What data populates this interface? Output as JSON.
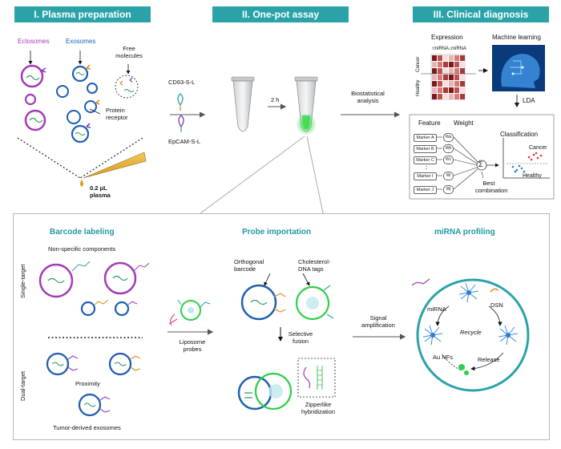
{
  "headers": {
    "plasma_prep": "I. Plasma preparation",
    "one_pot": "II. One-pot assay",
    "clinical": "III. Clinical diagnosis"
  },
  "plasma": {
    "ectosomes": "Ectosomes",
    "exosomes": "Exosomes",
    "free_molecules": "Free molecules",
    "protein_receptor": "Protein receptor",
    "volume": "0.2 μL plasma"
  },
  "assay": {
    "probe1": "CD63-S-L",
    "probe2": "EpCAM-S-L",
    "time": "2 h",
    "biostat": "Biostatistical analysis"
  },
  "clinical": {
    "expression": "Expression",
    "up_mirna": "↑miRNA",
    "down_mirna": "↓miRNA",
    "cancer_side": "Cancer",
    "healthy_side": "Healthy",
    "machine_learning": "Machine learning",
    "lda": "LDA",
    "feature": "Feature",
    "weight": "Weight",
    "classification": "Classification",
    "cancer": "Cancer",
    "healthy": "Healthy",
    "best_combination": "Best combination",
    "markers": [
      "Marker A",
      "Marker B",
      "Marker C",
      "Marker I",
      "Marker J"
    ],
    "weights": [
      "Wa",
      "Wb",
      "Wc",
      "Wi",
      "Wj"
    ],
    "sigma": "Σ"
  },
  "barcode": {
    "title": "Barcode labeling",
    "non_specific": "Non-specific components",
    "single_target": "Single-target",
    "dual_target": "Dual-target",
    "proximity": "Proximity",
    "tumor_derived": "Tumor-derived exosomes"
  },
  "probe": {
    "title": "Probe importation",
    "orthogonal": "Orthogonal barcode",
    "cholesterol": "Cholesterol-DNA tags",
    "liposome": "Liposome probes",
    "selective_fusion": "Selective fusion",
    "zipperlike": "Zipperlike hybridization"
  },
  "profiling": {
    "title": "miRNA profiling",
    "signal": "Signal amplification",
    "mirna": "miRNA",
    "dsn": "DSN",
    "recycle": "Recycle",
    "au_nfs": "Au NFs",
    "release": "Release"
  },
  "colors": {
    "header_teal": "#2aa3a8",
    "ectosome_purple": "#a23bb8",
    "exosome_blue": "#1f5fb0",
    "fluor_green": "#2fcf4a"
  }
}
